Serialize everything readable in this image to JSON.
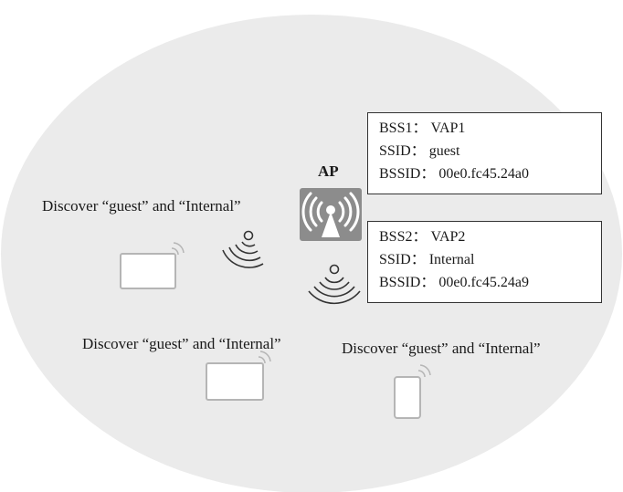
{
  "ap": {
    "title": "AP",
    "icon": "wireless-access-point-icon"
  },
  "bss_entries": [
    {
      "bss_key": "BSS1",
      "bss_value": "VAP1",
      "ssid_key": "SSID",
      "ssid_value": "guest",
      "bssid_key": "BSSID",
      "bssid_value": "00e0.fc45.24a0"
    },
    {
      "bss_key": "BSS2",
      "bss_value": "VAP2",
      "ssid_key": "SSID",
      "ssid_value": "Internal",
      "bssid_key": "BSSID",
      "bssid_value": "00e0.fc45.24a9"
    }
  ],
  "separator": "：",
  "clients": [
    {
      "caption": "Discover “guest” and “Internal”",
      "device": "laptop-icon"
    },
    {
      "caption": "Discover “guest” and “Internal”",
      "device": "laptop-icon"
    },
    {
      "caption": "Discover “guest” and “Internal”",
      "device": "phone-icon"
    }
  ],
  "signal_icons": [
    "signal-waves-icon",
    "signal-waves-icon"
  ],
  "colors": {
    "coverage_area": "#ebebeb",
    "ap_device": "#8c8c8c",
    "device_outline": "#b5b5b5",
    "signal": "#333333"
  }
}
